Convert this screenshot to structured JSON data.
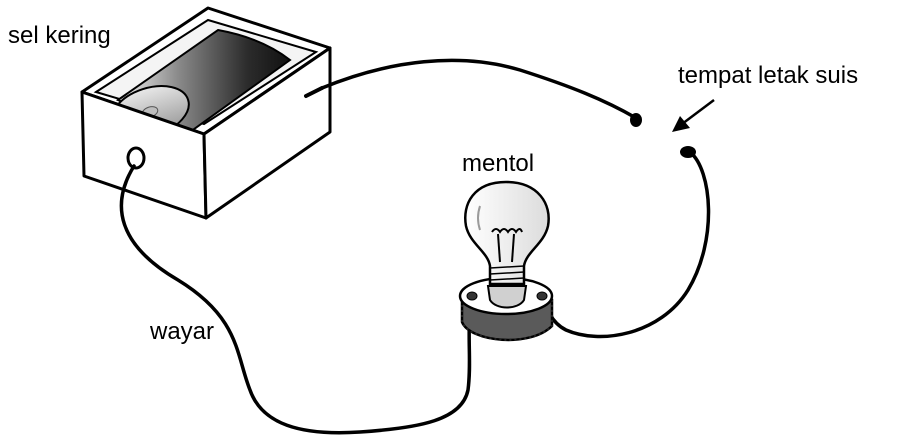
{
  "labels": {
    "dry_cell": "sel kering",
    "switch_position": "tempat letak suis",
    "bulb": "mentol",
    "wire": "wayar"
  }
}
